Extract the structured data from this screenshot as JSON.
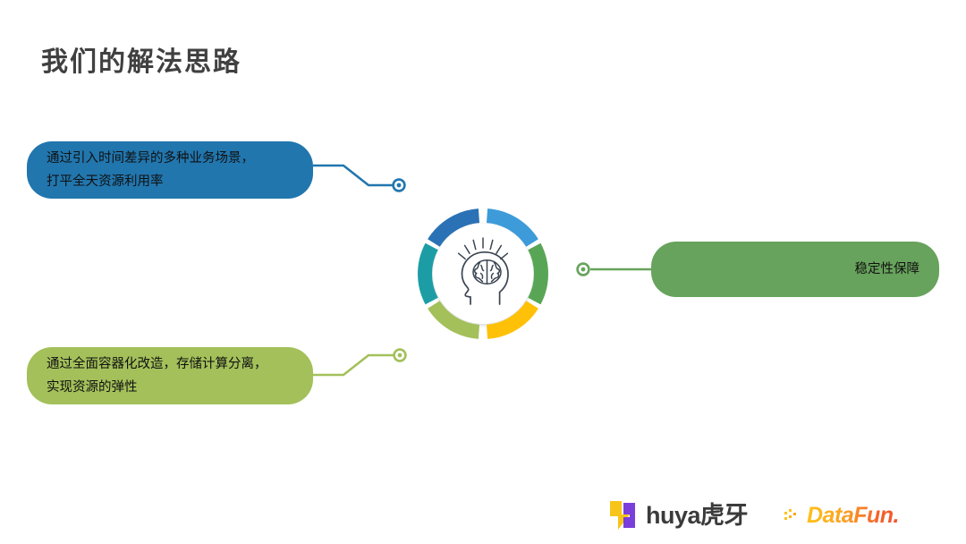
{
  "slide": {
    "title": "我们的解法思路",
    "background_color": "#ffffff"
  },
  "callouts": {
    "left_top": {
      "line1": "通过引入时间差异的多种业务场景，",
      "line2": "打平全天资源利用率",
      "color": "#2176AE"
    },
    "left_bottom": {
      "line1": "通过全面容器化改造，存储计算分离，",
      "line2": "实现资源的弹性",
      "color": "#A3C05A"
    },
    "right": {
      "line1": "稳定性保障",
      "color": "#67A35C"
    }
  },
  "center_graphic": {
    "icon_name": "head-with-brain-idea-icon",
    "ring_segments": [
      {
        "name": "segment-top-right",
        "color": "#3D9BD9"
      },
      {
        "name": "segment-right",
        "color": "#58A655"
      },
      {
        "name": "segment-bottom-right",
        "color": "#FFC107"
      },
      {
        "name": "segment-bottom-left",
        "color": "#A3C05A"
      },
      {
        "name": "segment-left",
        "color": "#1C9DA6"
      },
      {
        "name": "segment-top-left",
        "color": "#2A72B5"
      }
    ]
  },
  "connectors": [
    {
      "name": "connector-left-top",
      "color": "#2176AE"
    },
    {
      "name": "connector-left-bottom",
      "color": "#A3C05A"
    },
    {
      "name": "connector-right",
      "color": "#67A35C"
    }
  ],
  "footer": {
    "huya_text": "huya虎牙",
    "datafun_text": "DataFun."
  }
}
